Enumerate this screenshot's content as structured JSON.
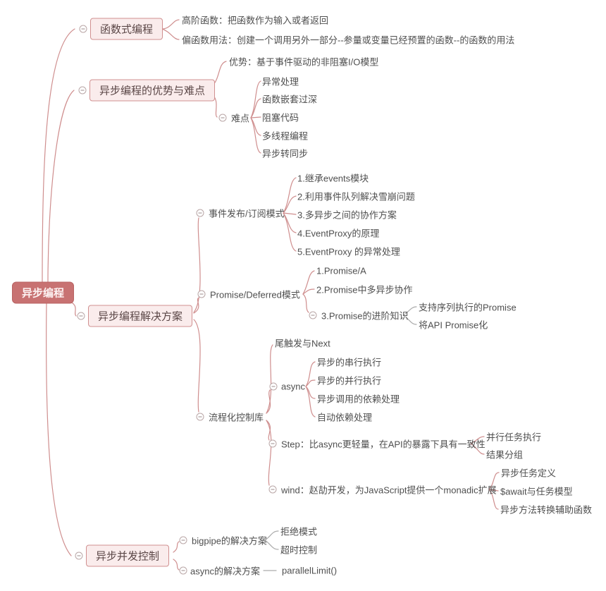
{
  "colors": {
    "root_bg": "#c87272",
    "topic_bg": "#faecec",
    "topic_border": "#d09090",
    "line": "#cf8e8e",
    "line_gray": "#ababab",
    "text": "#4f4f4f"
  },
  "map": {
    "root": {
      "label": "异步编程",
      "children": [
        {
          "label": "函数式编程",
          "children": [
            {
              "label": "高阶函数：把函数作为输入或者返回"
            },
            {
              "label": "偏函数用法：创建一个调用另外一部分--参量或变量已经预置的函数--的函数的用法"
            }
          ]
        },
        {
          "label": "异步编程的优势与难点",
          "children": [
            {
              "label": "优势：基于事件驱动的非阻塞I/O模型"
            },
            {
              "label": "难点",
              "children": [
                {
                  "label": "异常处理"
                },
                {
                  "label": "函数嵌套过深"
                },
                {
                  "label": "阻塞代码"
                },
                {
                  "label": "多线程编程"
                },
                {
                  "label": "异步转同步"
                }
              ]
            }
          ]
        },
        {
          "label": "异步编程解决方案",
          "children": [
            {
              "label": "事件发布/订阅模式",
              "children": [
                {
                  "label": "1.继承events模块"
                },
                {
                  "label": "2.利用事件队列解决雪崩问题"
                },
                {
                  "label": "3.多异步之间的协作方案"
                },
                {
                  "label": "4.EventProxy的原理"
                },
                {
                  "label": "5.EventProxy 的异常处理"
                }
              ]
            },
            {
              "label": "Promise/Deferred模式",
              "children": [
                {
                  "label": "1.Promise/A"
                },
                {
                  "label": "2.Promise中多异步协作"
                },
                {
                  "label": "3.Promise的进阶知识",
                  "children": [
                    {
                      "label": "支持序列执行的Promise"
                    },
                    {
                      "label": "将API Promise化"
                    }
                  ]
                }
              ]
            },
            {
              "label": "流程化控制库",
              "children": [
                {
                  "label": "尾触发与Next"
                },
                {
                  "label": "async",
                  "children": [
                    {
                      "label": "异步的串行执行"
                    },
                    {
                      "label": "异步的并行执行"
                    },
                    {
                      "label": "异步调用的依赖处理"
                    },
                    {
                      "label": "自动依赖处理"
                    }
                  ]
                },
                {
                  "label": "Step：比async更轻量，在API的暴露下具有一致性",
                  "children": [
                    {
                      "label": "并行任务执行"
                    },
                    {
                      "label": "结果分组"
                    }
                  ]
                },
                {
                  "label": "wind：赵劼开发，为JavaScript提供一个monadic扩展",
                  "children": [
                    {
                      "label": "异步任务定义"
                    },
                    {
                      "label": "$await与任务模型"
                    },
                    {
                      "label": "异步方法转换辅助函数"
                    }
                  ]
                }
              ]
            }
          ]
        },
        {
          "label": "异步并发控制",
          "children": [
            {
              "label": "bigpipe的解决方案",
              "children": [
                {
                  "label": "拒绝模式"
                },
                {
                  "label": "超时控制"
                }
              ]
            },
            {
              "label": "async的解决方案",
              "children": [
                {
                  "label": "parallelLimit()"
                }
              ]
            }
          ]
        }
      ]
    }
  }
}
